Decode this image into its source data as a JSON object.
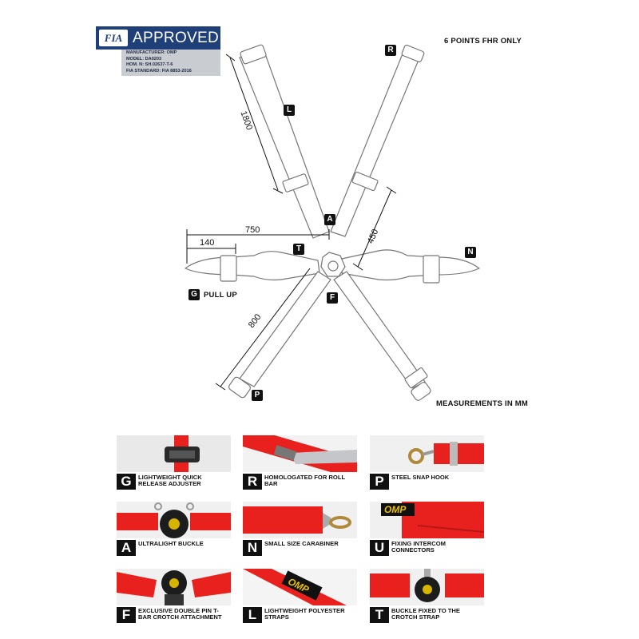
{
  "badge": {
    "logo": "FIA",
    "approved": "APPROVED",
    "lines": [
      "MANUFACTURER: OMP",
      "MODEL: DA0203",
      "HOM. N: SH.02637-T-6",
      "FIA STANDARD: FIA 8853-2016"
    ]
  },
  "notes": {
    "points": "6 POINTS  FHR ONLY",
    "measurements": "MEASUREMENTS IN MM",
    "pull_up": "PULL UP"
  },
  "dimensions": {
    "d1800": "1800",
    "d750": "750",
    "d140": "140",
    "d450": "450",
    "d800": "800"
  },
  "labels": {
    "R": "R",
    "L": "L",
    "A": "A",
    "T": "T",
    "N": "N",
    "F": "F",
    "P": "P",
    "G": "G"
  },
  "features": [
    {
      "letter": "G",
      "text": "LIGHTWEIGHT QUICK RELEASE ADJUSTER"
    },
    {
      "letter": "R",
      "text": "HOMOLOGATED FOR ROLL BAR"
    },
    {
      "letter": "P",
      "text": "STEEL SNAP HOOK"
    },
    {
      "letter": "A",
      "text": "ULTRALIGHT BUCKLE"
    },
    {
      "letter": "N",
      "text": "SMALL SIZE CARABINER"
    },
    {
      "letter": "U",
      "text": "FIXING INTERCOM CONNECTORS"
    },
    {
      "letter": "F",
      "text": "EXCLUSIVE DOUBLE PIN T-BAR CROTCH ATTACHMENT"
    },
    {
      "letter": "L",
      "text": "LIGHTWEIGHT POLYESTER STRAPS"
    },
    {
      "letter": "T",
      "text": "BUCKLE FIXED TO THE CROTCH STRAP"
    }
  ],
  "brand_marks": [
    "OMP",
    "OMP"
  ],
  "colors": {
    "strap_red": "#e8211f",
    "fia_blue": "#1f3f78",
    "label_black": "#111111"
  }
}
